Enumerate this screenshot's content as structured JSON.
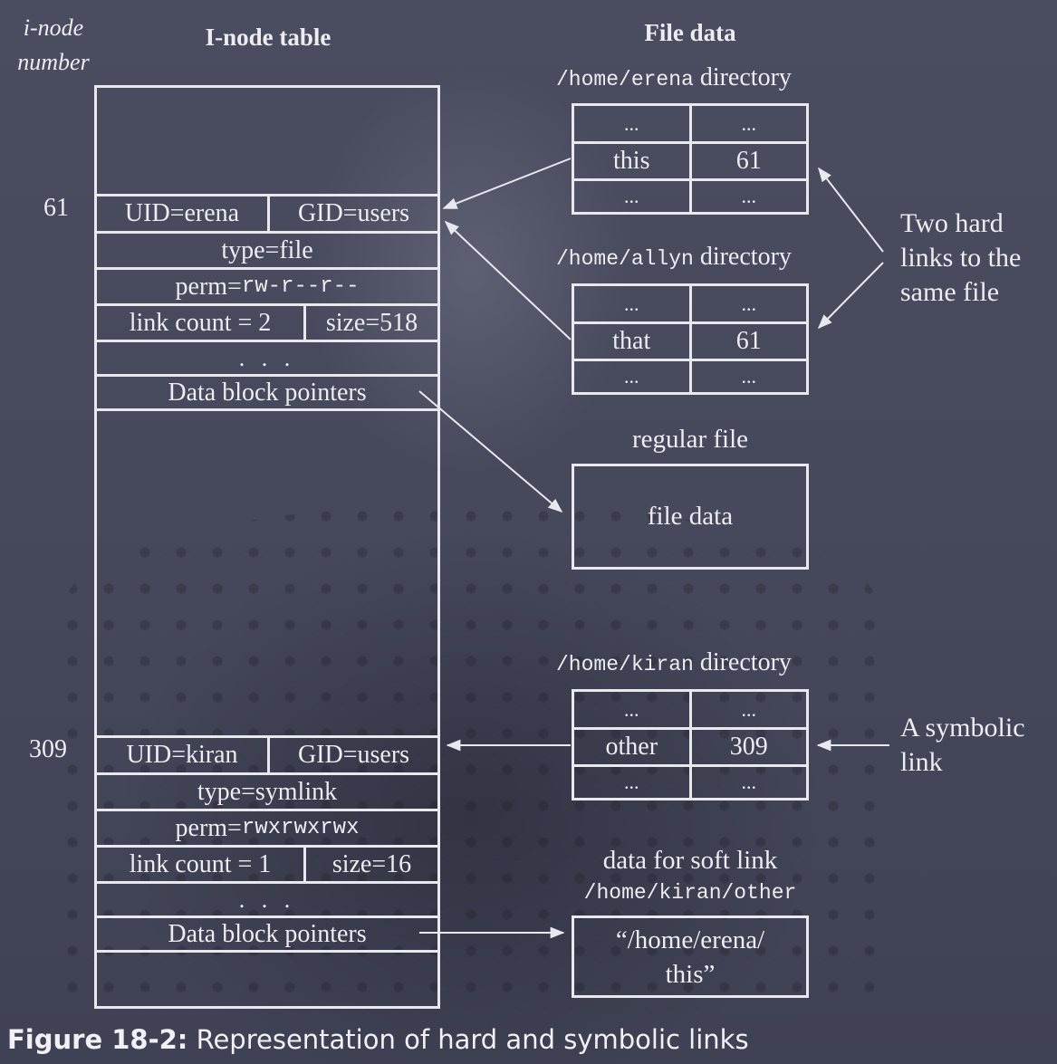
{
  "inode_header": {
    "line1": "i-node",
    "line2": "number"
  },
  "headers": {
    "inode_table": "I-node table",
    "file_data": "File data"
  },
  "inode61": {
    "number": "61",
    "uid": "UID=erena",
    "gid": "GID=users",
    "type": "type=file",
    "perm_label": "perm=",
    "perm_value": "rw-r--r--",
    "link_count": "link count = 2",
    "size": "size=518",
    "ellipsis": ". . .",
    "pointers": "Data block pointers"
  },
  "inode309": {
    "number": "309",
    "uid": "UID=kiran",
    "gid": "GID=users",
    "type": "type=symlink",
    "perm_label": "perm=",
    "perm_value": "rwxrwxrwx",
    "link_count": "link count = 1",
    "size": "size=16",
    "ellipsis": ". . .",
    "pointers": "Data block pointers"
  },
  "dir_erena": {
    "path": "/home/erena",
    "suffix": " directory",
    "rows": [
      [
        "...",
        "..."
      ],
      [
        "this",
        "61"
      ],
      [
        "...",
        "..."
      ]
    ]
  },
  "dir_allyn": {
    "path": "/home/allyn",
    "suffix": " directory",
    "rows": [
      [
        "...",
        "..."
      ],
      [
        "that",
        "61"
      ],
      [
        "...",
        "..."
      ]
    ]
  },
  "regular_file": {
    "label": "regular file",
    "content": "file data"
  },
  "dir_kiran": {
    "path": "/home/kiran",
    "suffix": " directory",
    "rows": [
      [
        "...",
        "..."
      ],
      [
        "other",
        "309"
      ],
      [
        "...",
        "..."
      ]
    ]
  },
  "soft_link": {
    "label": "data for soft link",
    "path": "/home/kiran/other",
    "content_line1": "“/home/erena/",
    "content_line2": "this”"
  },
  "notes": {
    "hard": [
      "Two hard",
      "links to the",
      "same file"
    ],
    "sym": [
      "A symbolic",
      "link"
    ]
  },
  "caption": {
    "figure": "Figure 18-2:",
    "text": " Representation of hard and symbolic links"
  },
  "colors": {
    "background": "#44475a",
    "ink": "#e8e8ef"
  }
}
